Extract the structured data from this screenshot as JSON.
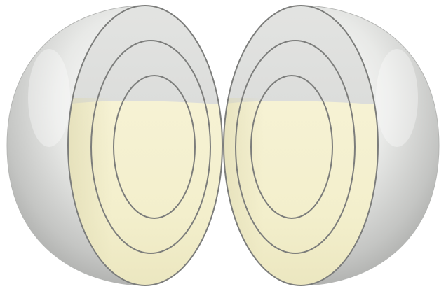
{
  "figure": {
    "halves": [
      {
        "id": "left-half",
        "side": "left",
        "shell_count": 3,
        "filled": true
      },
      {
        "id": "right-half",
        "side": "right",
        "shell_count": 3,
        "filled": true
      }
    ],
    "colors": {
      "background": "#ffffff",
      "shell_light": "#f7f7f5",
      "shell_mid": "#d9dad8",
      "shell_dark": "#9d9e9c",
      "cross_section_fill": "#f3efcc",
      "cross_section_shadow": "#e2ddb5",
      "ring_stroke": "#7c7d7b"
    }
  }
}
